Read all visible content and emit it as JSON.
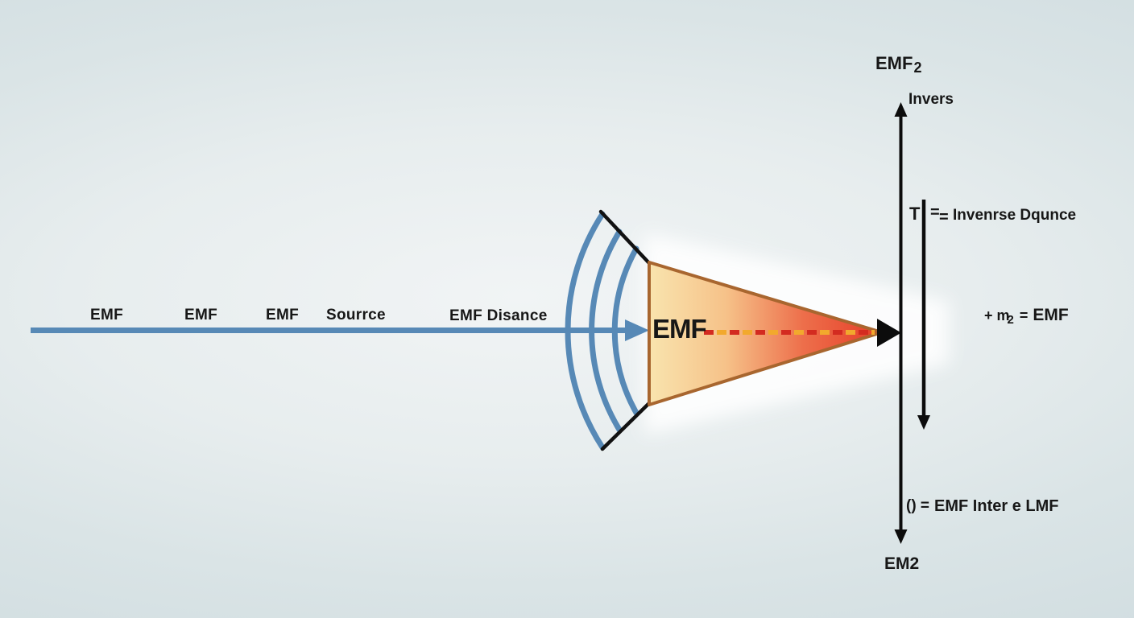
{
  "diagram_title": "EMF inverse-square distance diagram",
  "colors": {
    "background_top": "#d8e2e4",
    "background_mid": "#f1f4f5",
    "background_bottom": "#d2dee1",
    "wave_blue": "#5789b6",
    "cone_border": "#a8662f",
    "cone_gradient": [
      "#f9e4ae",
      "#f6c289",
      "#ed6f4b",
      "#e63d28"
    ],
    "dash_red": "#d32b20",
    "dash_yellow": "#f2a92d",
    "ink": "#171717",
    "glow_white": "#ffffff"
  },
  "beam_labels": [
    "EMF",
    "EMF",
    "EMF",
    "Sourrce",
    "EMF Disance"
  ],
  "cone": {
    "label": "EMF"
  },
  "right_axis": {
    "top_label": {
      "text": "EMF",
      "subscript": "2"
    },
    "invers_label": "Invers",
    "eq_inverse": {
      "prefix": "T",
      "equals_upper": "=",
      "equals_lower": "=",
      "text": "Invenrse Dqunce"
    },
    "eq_emf": {
      "prefix": "+ m",
      "subscript": "2",
      "equals": "=",
      "value": "EMF"
    },
    "eq_inter": {
      "prefix": "() =",
      "text": "EMF Inter e LMF"
    },
    "bottom_label": "EM2"
  }
}
